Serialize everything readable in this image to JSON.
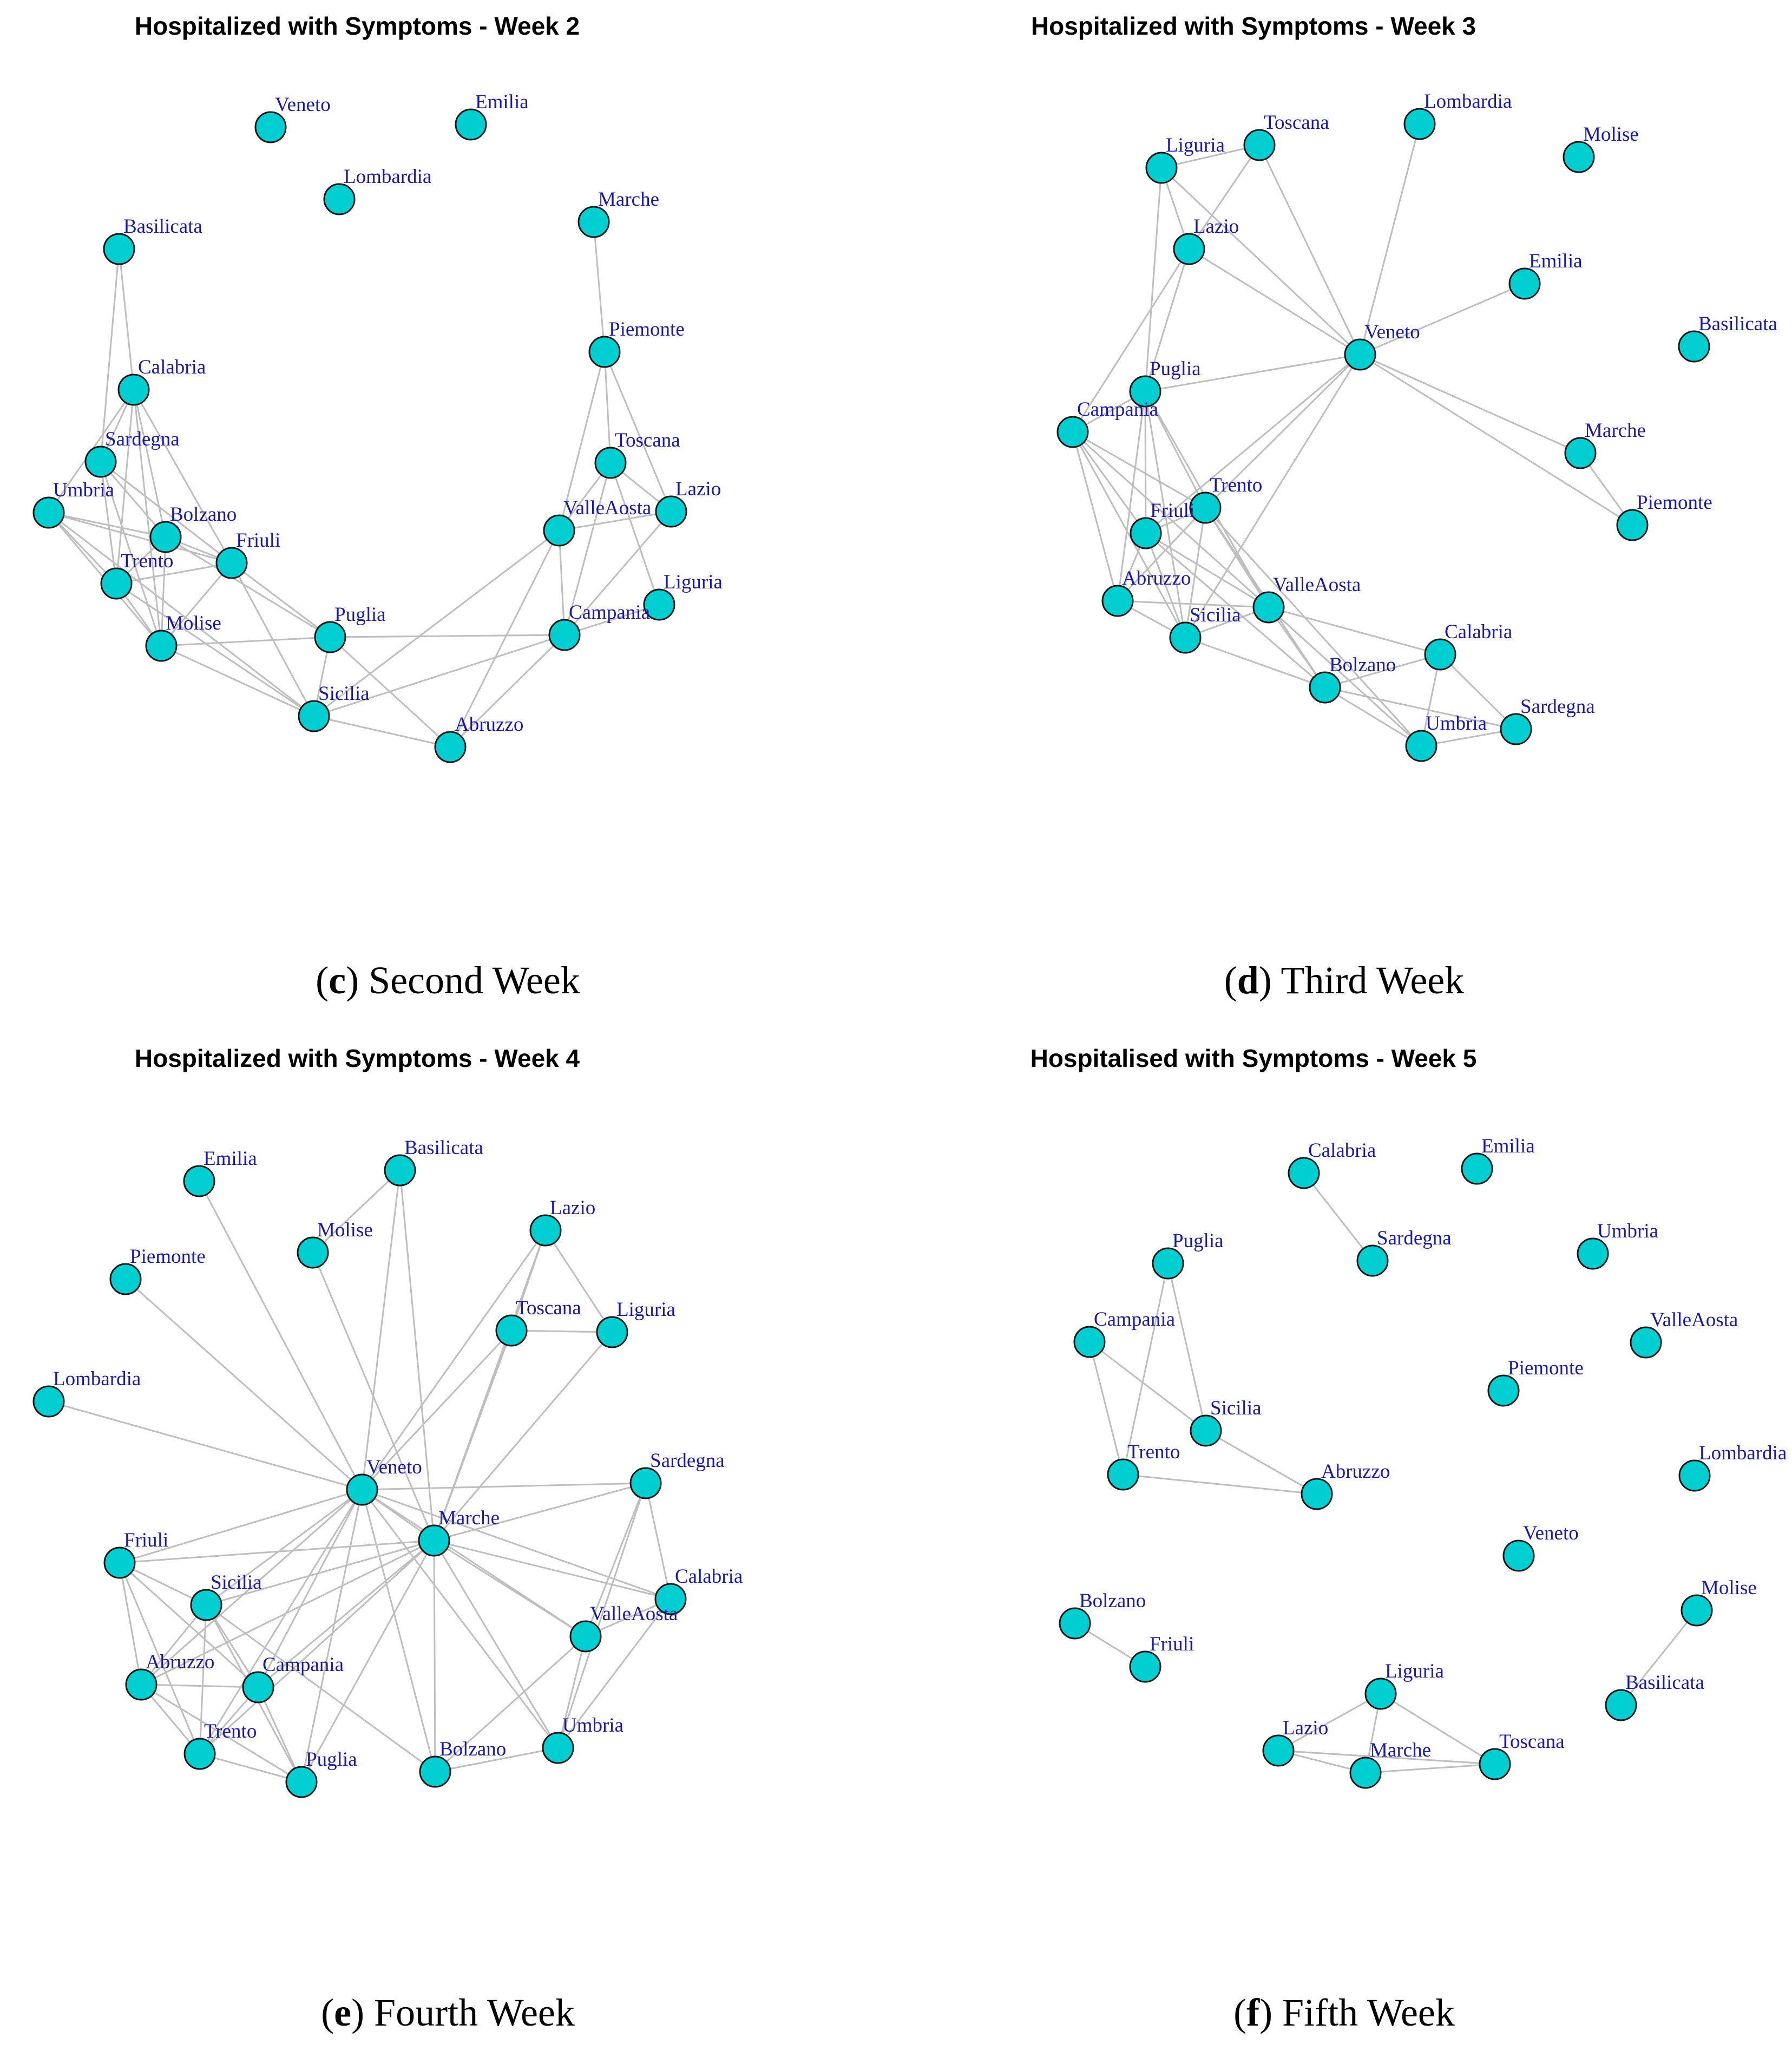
{
  "node_color": "#00CED1",
  "edge_color": "#BEBEBE",
  "label_color": "#1A1AA6",
  "panels": [
    {
      "title": "Hospitalized with Symptoms - Week 2",
      "caption_letter": "c",
      "caption_text": "Second Week",
      "nodes": [
        {
          "name": "Veneto",
          "id": "veneto"
        },
        {
          "name": "Emilia",
          "id": "emilia"
        },
        {
          "name": "Lombardia",
          "id": "lombardia"
        },
        {
          "name": "Marche",
          "id": "marche"
        },
        {
          "name": "Basilicata",
          "id": "basilicata"
        },
        {
          "name": "Piemonte",
          "id": "piemonte"
        },
        {
          "name": "Calabria",
          "id": "calabria"
        },
        {
          "name": "Sardegna",
          "id": "sardegna"
        },
        {
          "name": "Toscana",
          "id": "toscana"
        },
        {
          "name": "Umbria",
          "id": "umbria"
        },
        {
          "name": "Bolzano",
          "id": "bolzano"
        },
        {
          "name": "ValleAosta",
          "id": "valleaosta"
        },
        {
          "name": "Lazio",
          "id": "lazio"
        },
        {
          "name": "Friuli",
          "id": "friuli"
        },
        {
          "name": "Trento",
          "id": "trento"
        },
        {
          "name": "Liguria",
          "id": "liguria"
        },
        {
          "name": "Puglia",
          "id": "puglia"
        },
        {
          "name": "Campania",
          "id": "campania"
        },
        {
          "name": "Molise",
          "id": "molise"
        },
        {
          "name": "Sicilia",
          "id": "sicilia"
        },
        {
          "name": "Abruzzo",
          "id": "abruzzo"
        }
      ],
      "edges": [
        [
          "marche",
          "piemonte"
        ],
        [
          "piemonte",
          "toscana"
        ],
        [
          "piemonte",
          "lazio"
        ],
        [
          "piemonte",
          "valleaosta"
        ],
        [
          "toscana",
          "lazio"
        ],
        [
          "toscana",
          "valleaosta"
        ],
        [
          "toscana",
          "campania"
        ],
        [
          "toscana",
          "liguria"
        ],
        [
          "valleaosta",
          "lazio"
        ],
        [
          "valleaosta",
          "campania"
        ],
        [
          "valleaosta",
          "sicilia"
        ],
        [
          "valleaosta",
          "abruzzo"
        ],
        [
          "lazio",
          "campania"
        ],
        [
          "campania",
          "liguria"
        ],
        [
          "campania",
          "puglia"
        ],
        [
          "campania",
          "sicilia"
        ],
        [
          "campania",
          "abruzzo"
        ],
        [
          "basilicata",
          "calabria"
        ],
        [
          "basilicata",
          "sardegna"
        ],
        [
          "calabria",
          "sardegna"
        ],
        [
          "calabria",
          "umbria"
        ],
        [
          "calabria",
          "bolzano"
        ],
        [
          "calabria",
          "trento"
        ],
        [
          "calabria",
          "friuli"
        ],
        [
          "calabria",
          "molise"
        ],
        [
          "sardegna",
          "bolzano"
        ],
        [
          "sardegna",
          "trento"
        ],
        [
          "sardegna",
          "friuli"
        ],
        [
          "sardegna",
          "molise"
        ],
        [
          "umbria",
          "bolzano"
        ],
        [
          "umbria",
          "trento"
        ],
        [
          "umbria",
          "friuli"
        ],
        [
          "umbria",
          "molise"
        ],
        [
          "umbria",
          "sicilia"
        ],
        [
          "bolzano",
          "friuli"
        ],
        [
          "bolzano",
          "trento"
        ],
        [
          "bolzano",
          "molise"
        ],
        [
          "bolzano",
          "puglia"
        ],
        [
          "friuli",
          "trento"
        ],
        [
          "friuli",
          "molise"
        ],
        [
          "friuli",
          "puglia"
        ],
        [
          "friuli",
          "sicilia"
        ],
        [
          "trento",
          "molise"
        ],
        [
          "trento",
          "sicilia"
        ],
        [
          "molise",
          "puglia"
        ],
        [
          "molise",
          "sicilia"
        ],
        [
          "puglia",
          "sicilia"
        ],
        [
          "puglia",
          "abruzzo"
        ],
        [
          "sicilia",
          "abruzzo"
        ]
      ]
    },
    {
      "title": "Hospitalized with Symptoms - Week 3",
      "caption_letter": "d",
      "caption_text": "Third Week",
      "nodes": [
        {
          "name": "Liguria",
          "id": "liguria"
        },
        {
          "name": "Toscana",
          "id": "toscana"
        },
        {
          "name": "Lombardia",
          "id": "lombardia"
        },
        {
          "name": "Molise",
          "id": "molise"
        },
        {
          "name": "Lazio",
          "id": "lazio"
        },
        {
          "name": "Emilia",
          "id": "emilia"
        },
        {
          "name": "Veneto",
          "id": "veneto"
        },
        {
          "name": "Basilicata",
          "id": "basilicata"
        },
        {
          "name": "Puglia",
          "id": "puglia"
        },
        {
          "name": "Campania",
          "id": "campania"
        },
        {
          "name": "Marche",
          "id": "marche"
        },
        {
          "name": "Piemonte",
          "id": "piemonte"
        },
        {
          "name": "Trento",
          "id": "trento"
        },
        {
          "name": "Friuli",
          "id": "friuli"
        },
        {
          "name": "Abruzzo",
          "id": "abruzzo"
        },
        {
          "name": "ValleAosta",
          "id": "valleaosta"
        },
        {
          "name": "Sicilia",
          "id": "sicilia"
        },
        {
          "name": "Calabria",
          "id": "calabria"
        },
        {
          "name": "Bolzano",
          "id": "bolzano"
        },
        {
          "name": "Sardegna",
          "id": "sardegna"
        },
        {
          "name": "Umbria",
          "id": "umbria"
        }
      ],
      "edges": [
        [
          "liguria",
          "toscana"
        ],
        [
          "liguria",
          "lazio"
        ],
        [
          "liguria",
          "veneto"
        ],
        [
          "liguria",
          "puglia"
        ],
        [
          "toscana",
          "lazio"
        ],
        [
          "toscana",
          "veneto"
        ],
        [
          "lazio",
          "veneto"
        ],
        [
          "lazio",
          "puglia"
        ],
        [
          "lazio",
          "campania"
        ],
        [
          "lombardia",
          "veneto"
        ],
        [
          "emilia",
          "veneto"
        ],
        [
          "veneto",
          "puglia"
        ],
        [
          "veneto",
          "marche"
        ],
        [
          "veneto",
          "piemonte"
        ],
        [
          "veneto",
          "trento"
        ],
        [
          "veneto",
          "friuli"
        ],
        [
          "veneto",
          "sicilia"
        ],
        [
          "marche",
          "piemonte"
        ],
        [
          "puglia",
          "trento"
        ],
        [
          "puglia",
          "friuli"
        ],
        [
          "puglia",
          "abruzzo"
        ],
        [
          "puglia",
          "sicilia"
        ],
        [
          "puglia",
          "valleaosta"
        ],
        [
          "puglia",
          "campania"
        ],
        [
          "campania",
          "trento"
        ],
        [
          "campania",
          "friuli"
        ],
        [
          "campania",
          "abruzzo"
        ],
        [
          "campania",
          "sicilia"
        ],
        [
          "campania",
          "valleaosta"
        ],
        [
          "trento",
          "friuli"
        ],
        [
          "trento",
          "abruzzo"
        ],
        [
          "trento",
          "sicilia"
        ],
        [
          "trento",
          "valleaosta"
        ],
        [
          "trento",
          "bolzano"
        ],
        [
          "trento",
          "umbria"
        ],
        [
          "friuli",
          "abruzzo"
        ],
        [
          "friuli",
          "sicilia"
        ],
        [
          "friuli",
          "valleaosta"
        ],
        [
          "friuli",
          "bolzano"
        ],
        [
          "abruzzo",
          "sicilia"
        ],
        [
          "abruzzo",
          "valleaosta"
        ],
        [
          "sicilia",
          "valleaosta"
        ],
        [
          "sicilia",
          "bolzano"
        ],
        [
          "valleaosta",
          "calabria"
        ],
        [
          "valleaosta",
          "bolzano"
        ],
        [
          "valleaosta",
          "umbria"
        ],
        [
          "bolzano",
          "calabria"
        ],
        [
          "bolzano",
          "umbria"
        ],
        [
          "bolzano",
          "sardegna"
        ],
        [
          "calabria",
          "sardegna"
        ],
        [
          "calabria",
          "umbria"
        ],
        [
          "umbria",
          "sardegna"
        ]
      ]
    },
    {
      "title": "Hospitalized with Symptoms - Week 4",
      "caption_letter": "e",
      "caption_text": "Fourth Week",
      "nodes": [
        {
          "name": "Emilia",
          "id": "emilia"
        },
        {
          "name": "Basilicata",
          "id": "basilicata"
        },
        {
          "name": "Lazio",
          "id": "lazio"
        },
        {
          "name": "Molise",
          "id": "molise"
        },
        {
          "name": "Piemonte",
          "id": "piemonte"
        },
        {
          "name": "Toscana",
          "id": "toscana"
        },
        {
          "name": "Liguria",
          "id": "liguria"
        },
        {
          "name": "Lombardia",
          "id": "lombardia"
        },
        {
          "name": "Veneto",
          "id": "veneto"
        },
        {
          "name": "Sardegna",
          "id": "sardegna"
        },
        {
          "name": "Marche",
          "id": "marche"
        },
        {
          "name": "Friuli",
          "id": "friuli"
        },
        {
          "name": "Calabria",
          "id": "calabria"
        },
        {
          "name": "Sicilia",
          "id": "sicilia"
        },
        {
          "name": "ValleAosta",
          "id": "valleaosta"
        },
        {
          "name": "Abruzzo",
          "id": "abruzzo"
        },
        {
          "name": "Campania",
          "id": "campania"
        },
        {
          "name": "Umbria",
          "id": "umbria"
        },
        {
          "name": "Trento",
          "id": "trento"
        },
        {
          "name": "Bolzano",
          "id": "bolzano"
        },
        {
          "name": "Puglia",
          "id": "puglia"
        }
      ],
      "edges": [
        [
          "emilia",
          "veneto"
        ],
        [
          "piemonte",
          "veneto"
        ],
        [
          "lombardia",
          "veneto"
        ],
        [
          "molise",
          "marche"
        ],
        [
          "basilicata",
          "veneto"
        ],
        [
          "basilicata",
          "marche"
        ],
        [
          "basilicata",
          "molise"
        ],
        [
          "lazio",
          "toscana"
        ],
        [
          "lazio",
          "liguria"
        ],
        [
          "lazio",
          "veneto"
        ],
        [
          "lazio",
          "marche"
        ],
        [
          "toscana",
          "liguria"
        ],
        [
          "toscana",
          "veneto"
        ],
        [
          "toscana",
          "marche"
        ],
        [
          "liguria",
          "marche"
        ],
        [
          "veneto",
          "marche"
        ],
        [
          "veneto",
          "sardegna"
        ],
        [
          "veneto",
          "friuli"
        ],
        [
          "veneto",
          "sicilia"
        ],
        [
          "veneto",
          "abruzzo"
        ],
        [
          "veneto",
          "campania"
        ],
        [
          "veneto",
          "trento"
        ],
        [
          "veneto",
          "puglia"
        ],
        [
          "veneto",
          "bolzano"
        ],
        [
          "veneto",
          "valleaosta"
        ],
        [
          "veneto",
          "calabria"
        ],
        [
          "veneto",
          "umbria"
        ],
        [
          "marche",
          "sardegna"
        ],
        [
          "marche",
          "calabria"
        ],
        [
          "marche",
          "valleaosta"
        ],
        [
          "marche",
          "umbria"
        ],
        [
          "marche",
          "bolzano"
        ],
        [
          "marche",
          "friuli"
        ],
        [
          "marche",
          "sicilia"
        ],
        [
          "marche",
          "campania"
        ],
        [
          "marche",
          "abruzzo"
        ],
        [
          "marche",
          "trento"
        ],
        [
          "marche",
          "puglia"
        ],
        [
          "sardegna",
          "calabria"
        ],
        [
          "sardegna",
          "valleaosta"
        ],
        [
          "sardegna",
          "umbria"
        ],
        [
          "calabria",
          "valleaosta"
        ],
        [
          "calabria",
          "umbria"
        ],
        [
          "valleaosta",
          "umbria"
        ],
        [
          "valleaosta",
          "bolzano"
        ],
        [
          "umbria",
          "bolzano"
        ],
        [
          "friuli",
          "sicilia"
        ],
        [
          "friuli",
          "abruzzo"
        ],
        [
          "friuli",
          "campania"
        ],
        [
          "friuli",
          "trento"
        ],
        [
          "sicilia",
          "abruzzo"
        ],
        [
          "sicilia",
          "campania"
        ],
        [
          "sicilia",
          "trento"
        ],
        [
          "sicilia",
          "puglia"
        ],
        [
          "sicilia",
          "bolzano"
        ],
        [
          "abruzzo",
          "campania"
        ],
        [
          "abruzzo",
          "trento"
        ],
        [
          "abruzzo",
          "puglia"
        ],
        [
          "campania",
          "trento"
        ],
        [
          "campania",
          "puglia"
        ],
        [
          "trento",
          "puglia"
        ]
      ]
    },
    {
      "title": "Hospitalised with Symptoms - Week 5",
      "caption_letter": "f",
      "caption_text": "Fifth Week",
      "nodes": [
        {
          "name": "Calabria",
          "id": "calabria"
        },
        {
          "name": "Emilia",
          "id": "emilia"
        },
        {
          "name": "Puglia",
          "id": "puglia"
        },
        {
          "name": "Sardegna",
          "id": "sardegna"
        },
        {
          "name": "Umbria",
          "id": "umbria"
        },
        {
          "name": "Campania",
          "id": "campania"
        },
        {
          "name": "ValleAosta",
          "id": "valleaosta"
        },
        {
          "name": "Piemonte",
          "id": "piemonte"
        },
        {
          "name": "Sicilia",
          "id": "sicilia"
        },
        {
          "name": "Trento",
          "id": "trento"
        },
        {
          "name": "Lombardia",
          "id": "lombardia"
        },
        {
          "name": "Abruzzo",
          "id": "abruzzo"
        },
        {
          "name": "Veneto",
          "id": "veneto"
        },
        {
          "name": "Bolzano",
          "id": "bolzano"
        },
        {
          "name": "Molise",
          "id": "molise"
        },
        {
          "name": "Friuli",
          "id": "friuli"
        },
        {
          "name": "Liguria",
          "id": "liguria"
        },
        {
          "name": "Basilicata",
          "id": "basilicata"
        },
        {
          "name": "Lazio",
          "id": "lazio"
        },
        {
          "name": "Toscana",
          "id": "toscana"
        },
        {
          "name": "Marche",
          "id": "marche"
        }
      ],
      "edges": [
        [
          "calabria",
          "sardegna"
        ],
        [
          "puglia",
          "sicilia"
        ],
        [
          "puglia",
          "trento"
        ],
        [
          "campania",
          "trento"
        ],
        [
          "campania",
          "sicilia"
        ],
        [
          "sicilia",
          "abruzzo"
        ],
        [
          "trento",
          "abruzzo"
        ],
        [
          "bolzano",
          "friuli"
        ],
        [
          "molise",
          "basilicata"
        ],
        [
          "liguria",
          "lazio"
        ],
        [
          "liguria",
          "toscana"
        ],
        [
          "liguria",
          "marche"
        ],
        [
          "lazio",
          "toscana"
        ],
        [
          "lazio",
          "marche"
        ],
        [
          "marche",
          "toscana"
        ]
      ]
    }
  ]
}
